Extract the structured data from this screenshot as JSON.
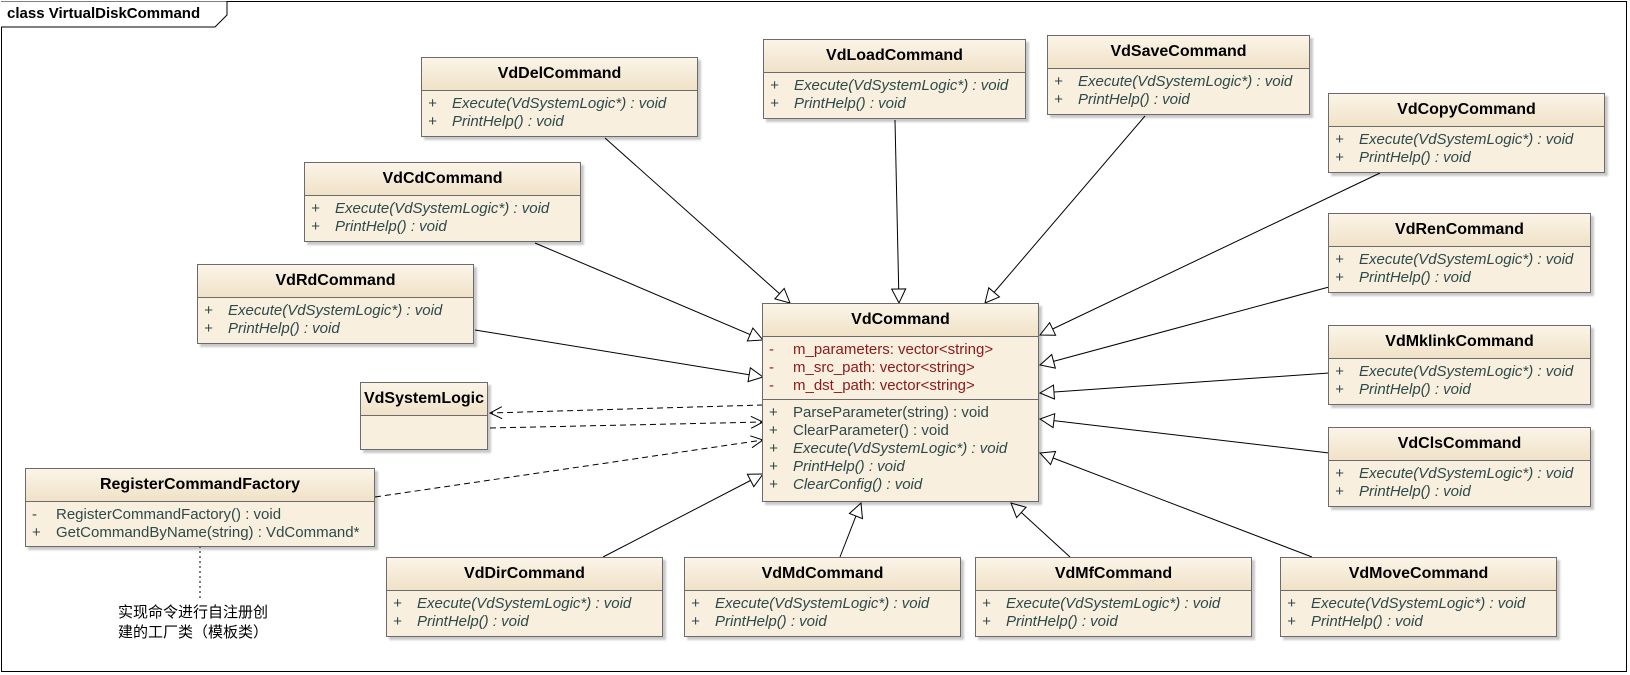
{
  "frame_title": "class VirtualDiskCommand",
  "colors": {
    "class_fill": "#f8efdf",
    "class_border": "#6b6b6b",
    "attribute_text": "#8b1a1a",
    "operation_text": "#2d4a4a"
  },
  "classes": {
    "vdcommand": {
      "name": "VdCommand",
      "attributes": [
        {
          "vis": "-",
          "text": "m_parameters:  vector<string>"
        },
        {
          "vis": "-",
          "text": "m_src_path:  vector<string>"
        },
        {
          "vis": "-",
          "text": "m_dst_path:  vector<string>"
        }
      ],
      "operations": [
        {
          "vis": "+",
          "text": "ParseParameter(string) : void"
        },
        {
          "vis": "+",
          "text": "ClearParameter() : void"
        },
        {
          "vis": "+",
          "text": "Execute(VdSystemLogic*) : void"
        },
        {
          "vis": "+",
          "text": "PrintHelp() : void"
        },
        {
          "vis": "+",
          "text": "ClearConfig() : void"
        }
      ]
    },
    "vdsystemlogic": {
      "name": "VdSystemLogic"
    },
    "factory": {
      "name": "RegisterCommandFactory",
      "operations": [
        {
          "vis": "-",
          "text": "RegisterCommandFactory() : void"
        },
        {
          "vis": "+",
          "text": "GetCommandByName(string) : VdCommand*"
        }
      ]
    },
    "subclass_ops": [
      {
        "vis": "+",
        "text": "Execute(VdSystemLogic*) : void"
      },
      {
        "vis": "+",
        "text": "PrintHelp() : void"
      }
    ],
    "subclasses": {
      "del": "VdDelCommand",
      "load": "VdLoadCommand",
      "save": "VdSaveCommand",
      "copy": "VdCopyCommand",
      "cd": "VdCdCommand",
      "ren": "VdRenCommand",
      "rd": "VdRdCommand",
      "mklink": "VdMklinkCommand",
      "cls": "VdClsCommand",
      "dir": "VdDirCommand",
      "md": "VdMdCommand",
      "mf": "VdMfCommand",
      "move": "VdMoveCommand"
    }
  },
  "note_lines": [
    "实现命令进行自注册创",
    "建的工厂类（模板类）"
  ]
}
